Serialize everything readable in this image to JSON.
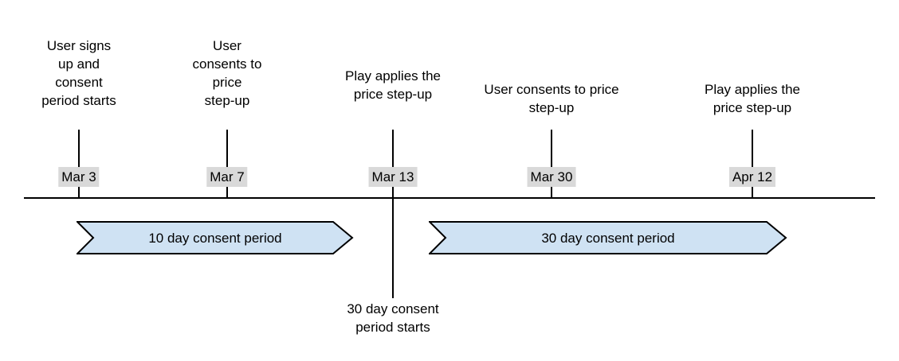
{
  "timeline": {
    "milestones": [
      {
        "date": "Mar 3",
        "event": "User signs\nup and\nconsent\nperiod starts"
      },
      {
        "date": "Mar 7",
        "event": "User\nconsents to\nprice\nstep-up"
      },
      {
        "date": "Mar 13",
        "event": "Play applies the\nprice step-up",
        "note": "30 day consent\nperiod starts"
      },
      {
        "date": "Mar 30",
        "event": "User consents to price\nstep-up"
      },
      {
        "date": "Apr 12",
        "event": "Play applies the\nprice step-up"
      }
    ],
    "periods": [
      {
        "label": "10 day consent period"
      },
      {
        "label": "30 day consent period"
      }
    ],
    "colors": {
      "period_arrow_fill": "#cfe2f3",
      "period_arrow_stroke": "#000000",
      "date_label_bg": "#d9d9d9",
      "line": "#000000",
      "text": "#000000"
    }
  }
}
